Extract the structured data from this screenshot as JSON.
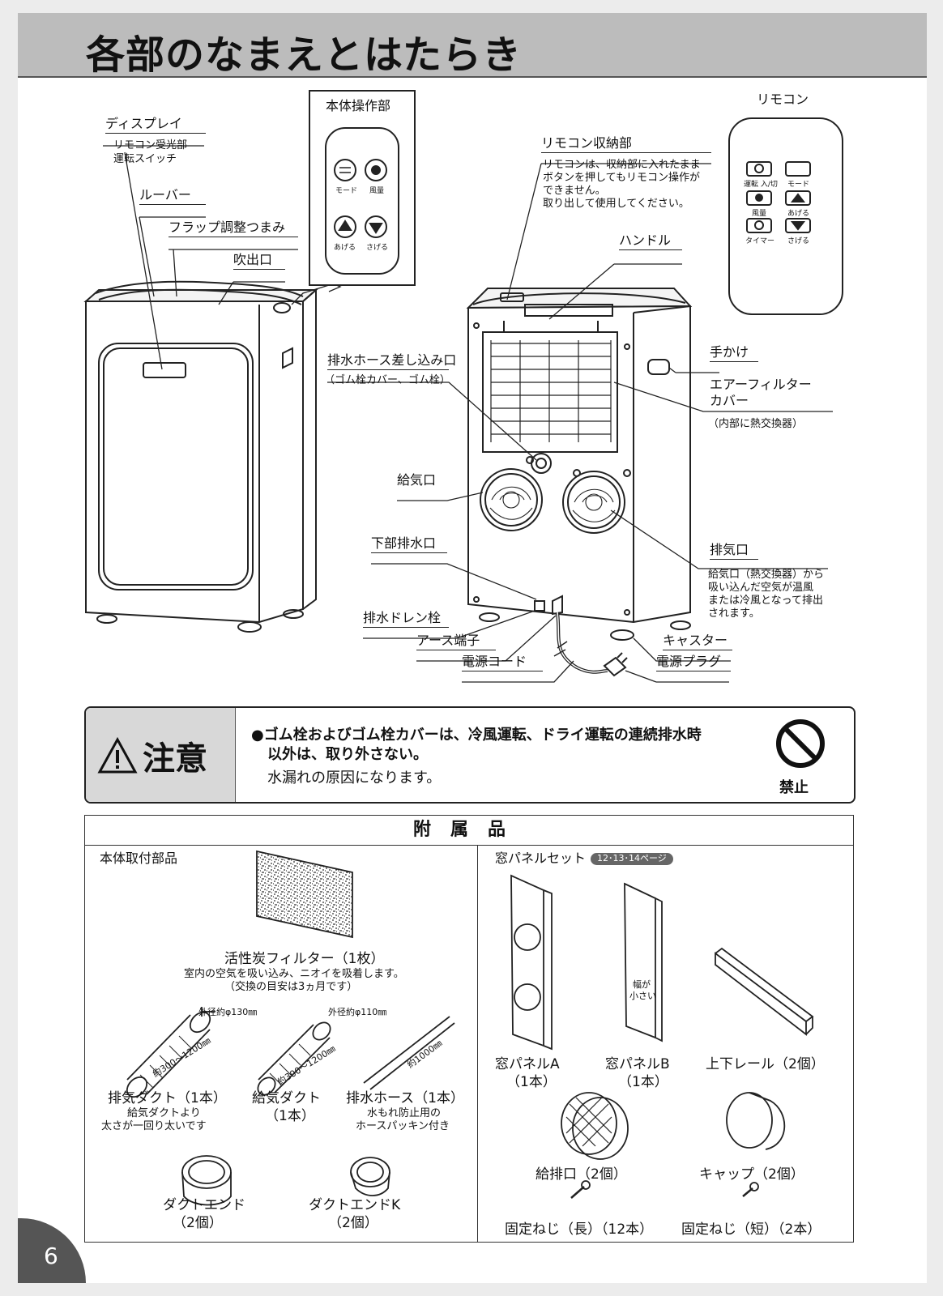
{
  "header": {
    "title": "各部のなまえとはたらき"
  },
  "front": {
    "display": "ディスプレイ",
    "display_note1": "リモコン受光部",
    "display_note2": "運転スイッチ",
    "louver": "ルーバー",
    "flap": "フラップ調整つまみ",
    "outlet": "吹出口"
  },
  "panel": {
    "title": "本体操作部",
    "mode": "モード",
    "fan": "風量",
    "up": "あげる",
    "down": "さげる"
  },
  "remote": {
    "title": "リモコン",
    "power": "運転 入/切",
    "mode": "モード",
    "fan": "風量",
    "up": "あげる",
    "timer": "タイマー",
    "down": "さげる"
  },
  "back": {
    "storage": "リモコン収納部",
    "storage_note": [
      "リモコンは、収納部に入れたまま",
      "ボタンを押してもリモコン操作が",
      "できません。",
      "取り出して使用してください。"
    ],
    "handle": "ハンドル",
    "grip": "手かけ",
    "filter_cover_1": "エアーフィルター",
    "filter_cover_2": "カバー",
    "filter_note": "（内部に熱交換器）",
    "drain_inlet": "排水ホース差し込み口",
    "drain_inlet_note": "（ゴム栓カバー、ゴム栓）",
    "intake": "給気口",
    "lower_drain": "下部排水口",
    "drain_plug": "排水ドレン栓",
    "earth": "アース端子",
    "cord": "電源コード",
    "exhaust": "排気口",
    "exhaust_note": [
      "給気口（熱交換器）から",
      "吸い込んだ空気が温風",
      "または冷風となって排出",
      "されます。"
    ],
    "caster": "キャスター",
    "plug": "電源プラグ"
  },
  "caution": {
    "title": "注意",
    "bold_1": "●ゴム栓およびゴム栓カバーは、冷風運転、ドライ運転の連続排水時",
    "bold_2": "以外は、取り外さない。",
    "normal": "水漏れの原因になります。",
    "prohibit": "禁止"
  },
  "accessories": {
    "title": "附属品",
    "left_title": "本体取付部品",
    "right_title": "窓パネルセット",
    "right_badge": "12･13･14ページ",
    "carbon": "活性炭フィルター（1枚）",
    "carbon_note1": "室内の空気を吸い込み、ニオイを吸着します。",
    "carbon_note2": "（交換の目安は3ヵ月です）",
    "dim_130": "外径約φ130㎜",
    "dim_110": "外径約φ110㎜",
    "len_a": "約300～1200㎜",
    "len_b": "約300～1200㎜",
    "len_c": "約1000㎜",
    "exhaust_duct": "排気ダクト（1本）",
    "exhaust_duct_note1": "給気ダクトより",
    "exhaust_duct_note2": "太さが一回り太いです",
    "intake_duct_1": "給気ダクト",
    "intake_duct_2": "（1本）",
    "drain_hose": "排水ホース（1本）",
    "drain_hose_note1": "水もれ防止用の",
    "drain_hose_note2": "ホースパッキン付き",
    "duct_end": "ダクトエンド",
    "duct_end_qty": "（2個）",
    "duct_end_k": "ダクトエンドK",
    "duct_end_k_qty": "（2個）",
    "panel_a": "窓パネルA",
    "panel_a_qty": "（1本）",
    "panel_b": "窓パネルB",
    "panel_b_qty": "（1本）",
    "panel_b_note1": "幅が",
    "panel_b_note2": "小さい",
    "rail": "上下レール（2個）",
    "vent": "給排口（2個）",
    "cap": "キャップ（2個）",
    "screw_long": "固定ねじ（長）（12本）",
    "screw_short": "固定ねじ（短）（2本）"
  },
  "page_number": "6"
}
